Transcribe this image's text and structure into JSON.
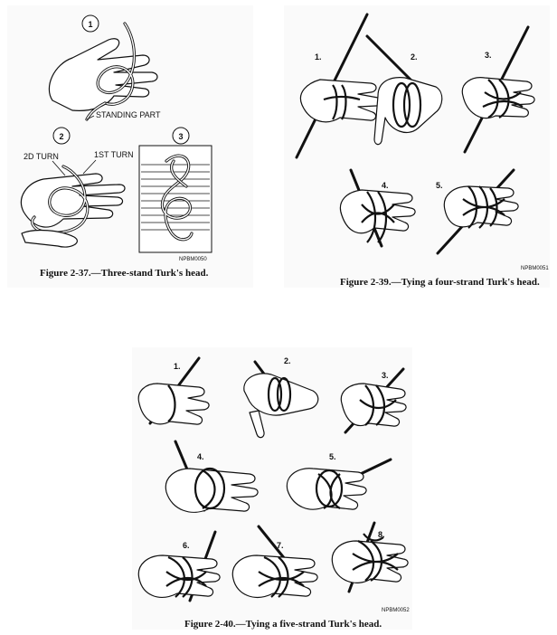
{
  "figures": {
    "fig37": {
      "caption": "Figure 2-37.—Three-stand Turk's head.",
      "step_numbers": [
        "1",
        "2",
        "3"
      ],
      "labels": {
        "standing_part": "STANDING PART",
        "second_turn": "2D TURN",
        "first_turn": "1ST TURN"
      },
      "code": "NPBM0050"
    },
    "fig39": {
      "caption": "Figure 2-39.—Tying a four-strand Turk's head.",
      "step_numbers": [
        "1.",
        "2.",
        "3.",
        "4.",
        "5."
      ],
      "code": "NPBM0051"
    },
    "fig40": {
      "caption": "Figure 2-40.—Tying a five-strand Turk's head.",
      "step_numbers": [
        "1.",
        "2.",
        "3.",
        "4.",
        "5.",
        "6.",
        "7.",
        "8."
      ],
      "code": "NPBM0052"
    }
  }
}
